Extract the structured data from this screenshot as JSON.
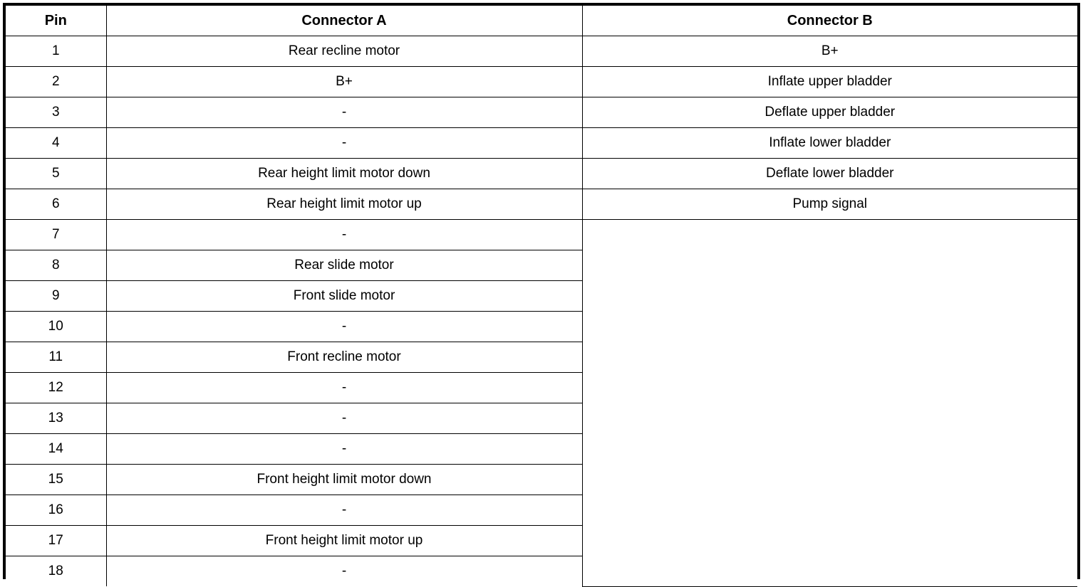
{
  "document": {
    "kind": "pinout-table",
    "background_color": "#ffffff",
    "text_color": "#000000",
    "border_color": "#000000"
  },
  "table": {
    "columns": [
      {
        "key": "pin",
        "header": "Pin"
      },
      {
        "key": "connector_a",
        "header": "Connector A"
      },
      {
        "key": "connector_b",
        "header": "Connector B"
      }
    ],
    "blank_marker": "-",
    "connector_b_filled_rows": 6,
    "rows": [
      {
        "pin": "1",
        "connector_a": "Rear recline motor",
        "connector_b": "B+"
      },
      {
        "pin": "2",
        "connector_a": "B+",
        "connector_b": "Inflate upper bladder"
      },
      {
        "pin": "3",
        "connector_a": "-",
        "connector_b": "Deflate upper bladder"
      },
      {
        "pin": "4",
        "connector_a": "-",
        "connector_b": "Inflate lower bladder"
      },
      {
        "pin": "5",
        "connector_a": "Rear height limit motor down",
        "connector_b": "Deflate lower bladder"
      },
      {
        "pin": "6",
        "connector_a": "Rear height limit motor up",
        "connector_b": "Pump signal"
      },
      {
        "pin": "7",
        "connector_a": "-",
        "connector_b": ""
      },
      {
        "pin": "8",
        "connector_a": "Rear slide motor",
        "connector_b": ""
      },
      {
        "pin": "9",
        "connector_a": "Front slide motor",
        "connector_b": ""
      },
      {
        "pin": "10",
        "connector_a": "-",
        "connector_b": ""
      },
      {
        "pin": "11",
        "connector_a": "Front recline motor",
        "connector_b": ""
      },
      {
        "pin": "12",
        "connector_a": "-",
        "connector_b": ""
      },
      {
        "pin": "13",
        "connector_a": "-",
        "connector_b": ""
      },
      {
        "pin": "14",
        "connector_a": "-",
        "connector_b": ""
      },
      {
        "pin": "15",
        "connector_a": "Front height limit motor down",
        "connector_b": ""
      },
      {
        "pin": "16",
        "connector_a": "-",
        "connector_b": ""
      },
      {
        "pin": "17",
        "connector_a": "Front height limit motor up",
        "connector_b": ""
      },
      {
        "pin": "18",
        "connector_a": "-",
        "connector_b": ""
      }
    ]
  }
}
